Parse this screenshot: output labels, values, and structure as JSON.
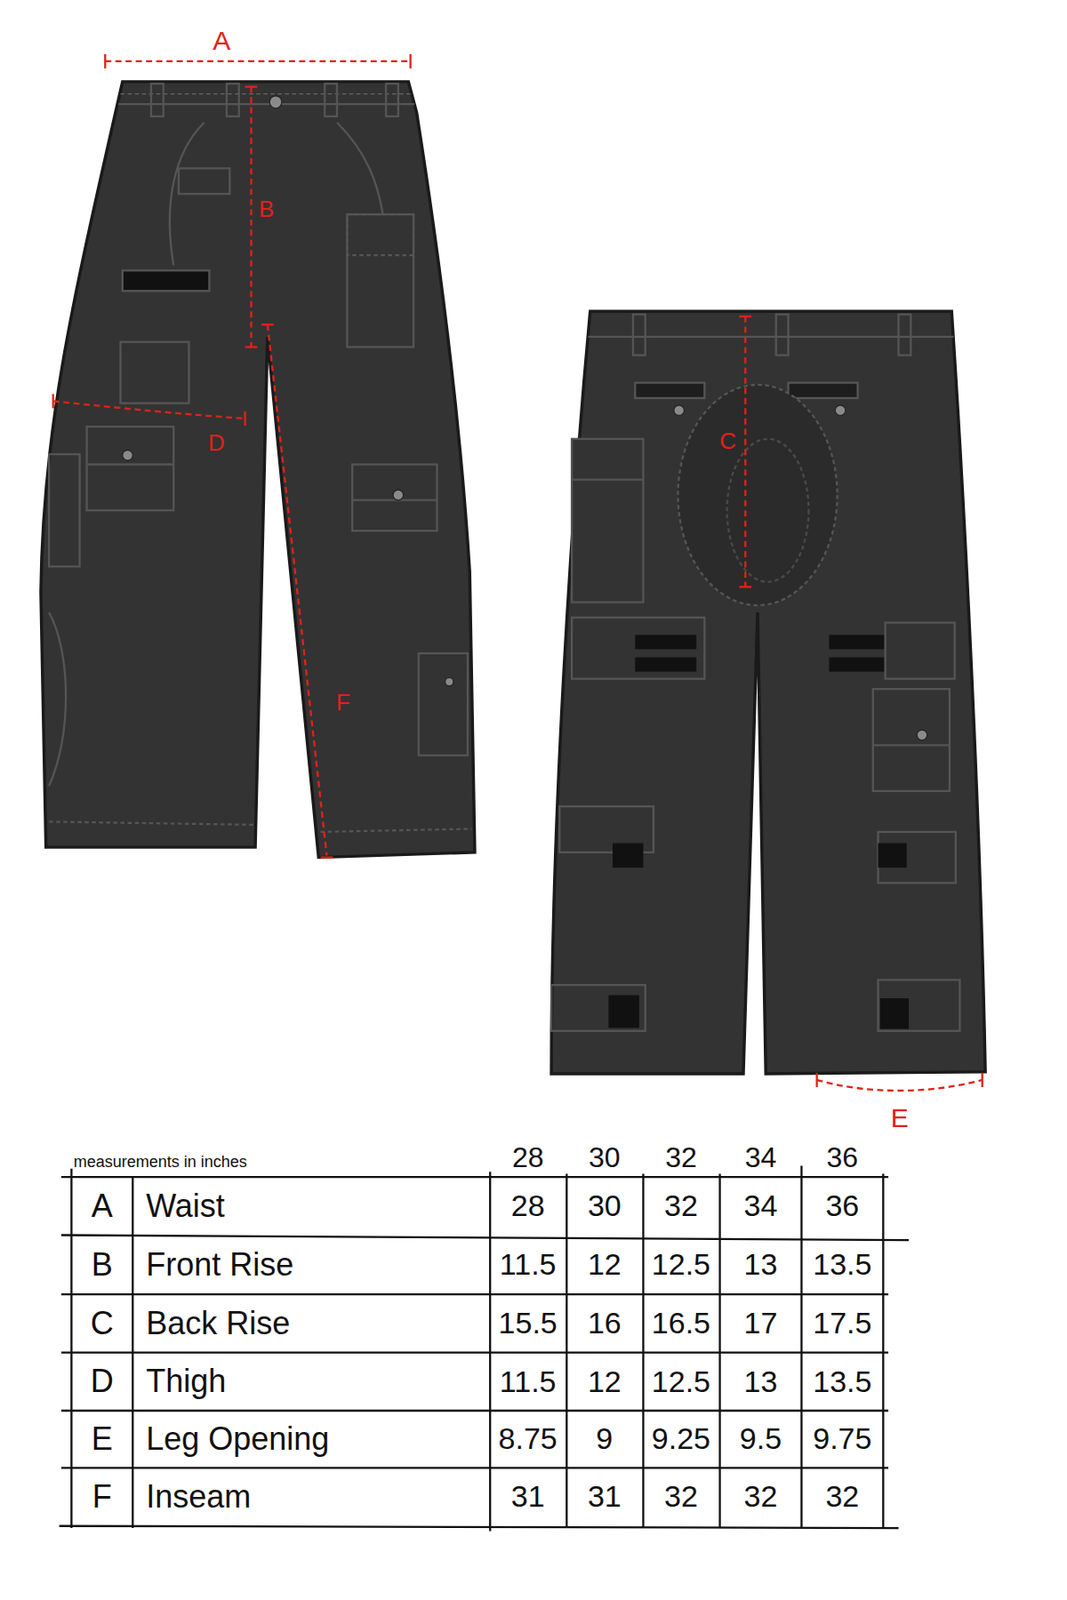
{
  "diagram": {
    "labels": [
      "A",
      "B",
      "D",
      "F",
      "C",
      "E",
      "measurements in inches",
      "28",
      "30",
      "32",
      "34",
      "36",
      "A",
      "Waist",
      "28",
      "30",
      "32",
      "34",
      "36",
      "B",
      "Front Rise",
      "11.5",
      "12",
      "12.5",
      "13",
      "13.5",
      "C",
      "Back Rise",
      "15.5",
      "16",
      "16.5",
      "17",
      "17.5",
      "D",
      "Thigh",
      "11.5",
      "12",
      "12.5",
      "13",
      "13.5",
      "E",
      "Leg Opening",
      "8.75",
      "9",
      "9.25",
      "9.5",
      "9.75",
      "F",
      "Inseam",
      "31",
      "31",
      "32",
      "32",
      "32"
    ]
  }
}
